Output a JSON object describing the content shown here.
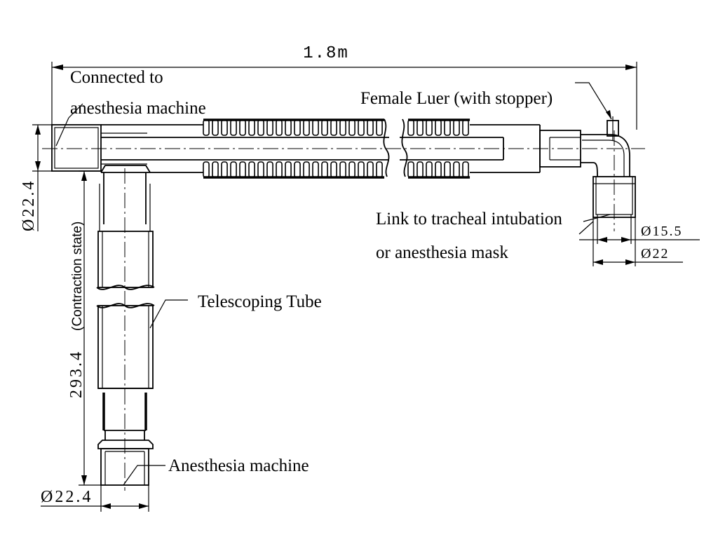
{
  "dimensions": {
    "overall_length": "1.8m",
    "top_left_diameter": "Ø22.4",
    "length": "293.4",
    "contraction_state": "(Contraction state)",
    "bottom_diameter": "Ø22.4",
    "outlet_inner": "Ø15.5",
    "outlet_outer": "Ø22"
  },
  "labels": {
    "connected_line1": "Connected to",
    "connected_line2": "anesthesia machine",
    "female_luer": "Female Luer (with stopper)",
    "link_line1": "Link to tracheal intubation",
    "link_line2": "or anesthesia mask",
    "telescoping_tube": "Telescoping Tube",
    "anesthesia_machine": "Anesthesia machine"
  }
}
